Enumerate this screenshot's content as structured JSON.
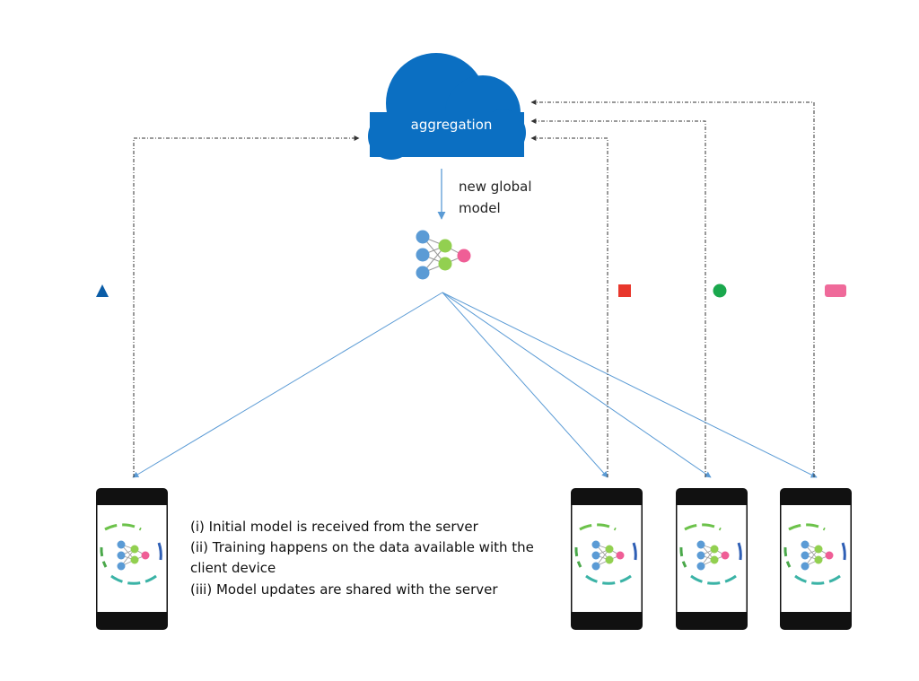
{
  "cloud": {
    "label": "aggregation",
    "color": "#0b6fc2"
  },
  "global_model_label": {
    "line1": "new global",
    "line2": "model"
  },
  "notes": {
    "line1": "(i) Initial model is received from the server",
    "line2": "(ii) Training happens on the data available with the",
    "line3": "client device",
    "line4": "(iii) Model updates are shared with the server"
  },
  "clients": [
    {
      "marker": "triangle",
      "marker_color": "#0b5da7"
    },
    {
      "marker": "square",
      "marker_color": "#e8372c"
    },
    {
      "marker": "circle",
      "marker_color": "#1aa84d"
    },
    {
      "marker": "rounded-rectangle",
      "marker_color": "#ef6a9a"
    }
  ],
  "colors": {
    "connector": "#5b9bd5",
    "dash_line": "#333333",
    "phone_frame": "#111111",
    "node_blue": "#5b9bd5",
    "node_green": "#92d050",
    "node_pink": "#ef5e96"
  }
}
